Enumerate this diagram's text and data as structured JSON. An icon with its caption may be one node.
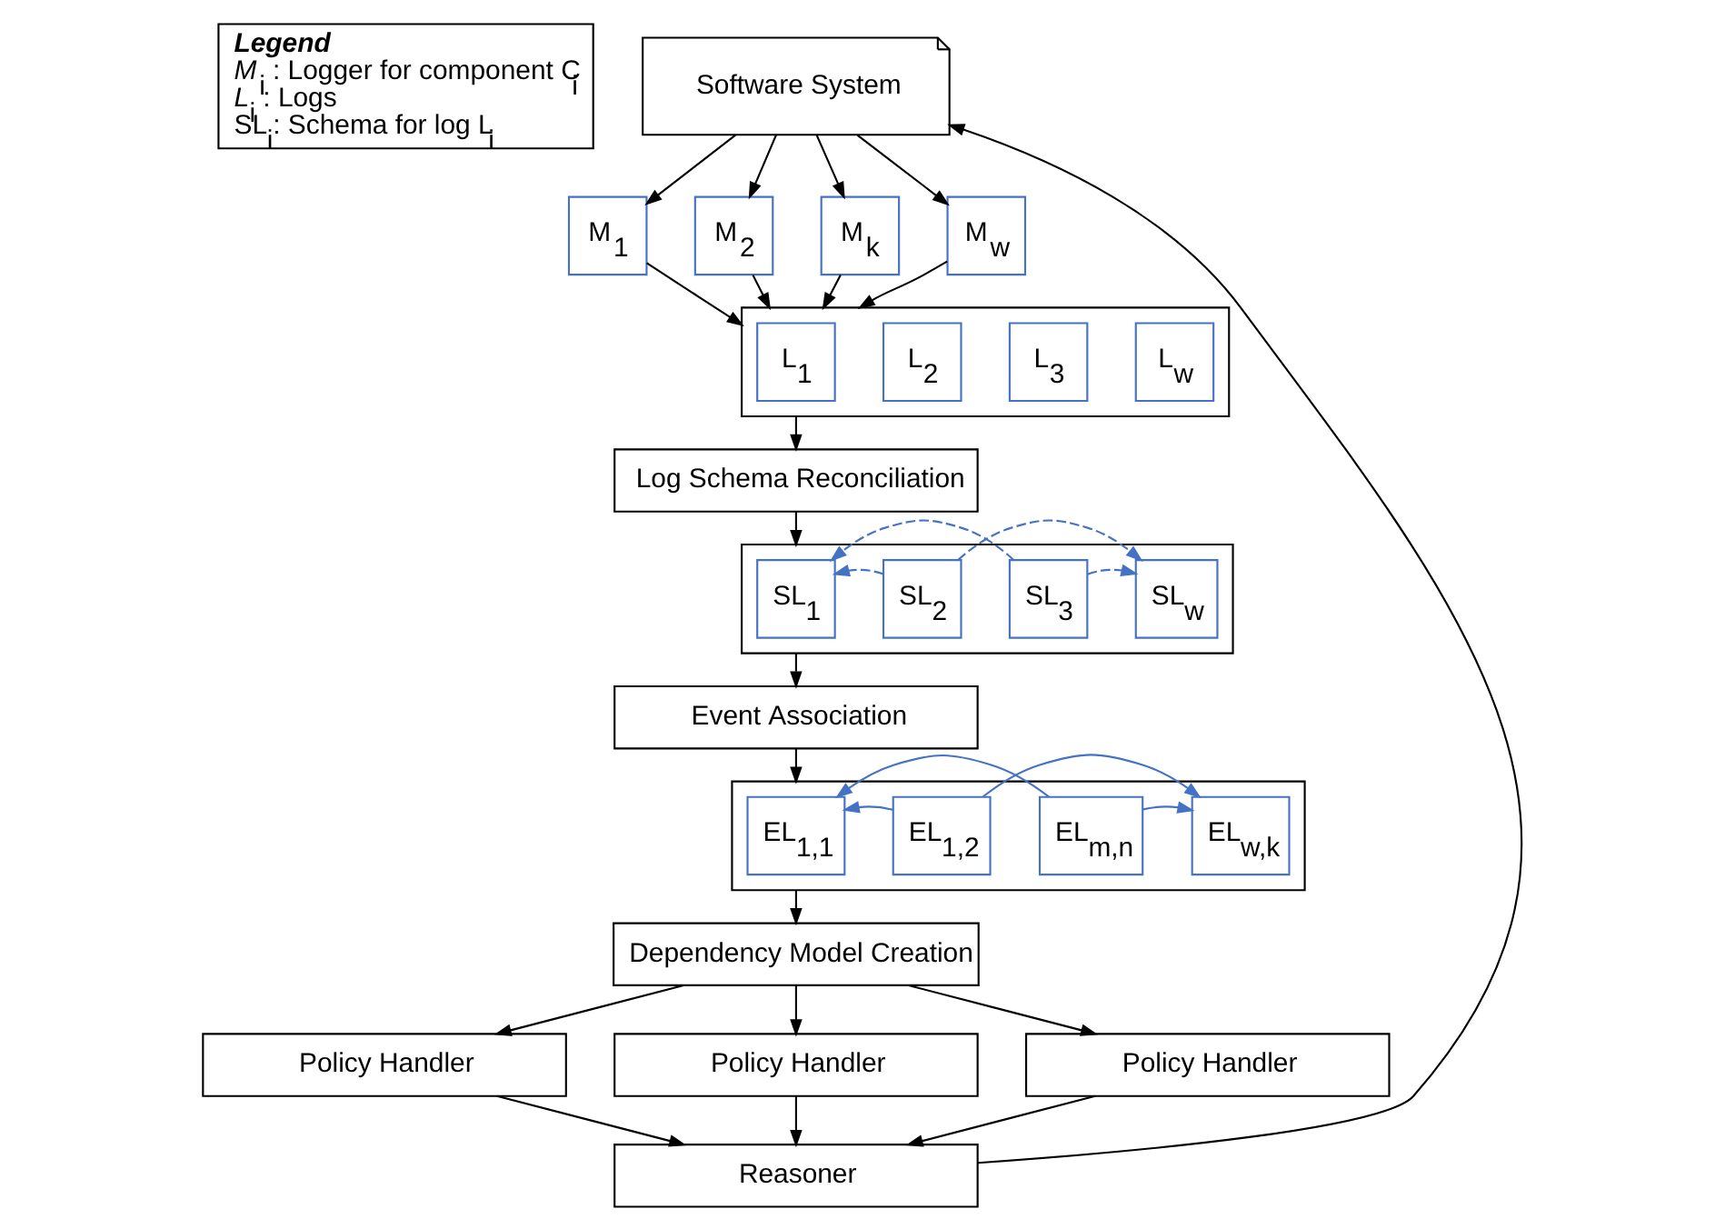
{
  "diagram": {
    "nodes": [
      {
        "text": [
          "Legend",
          "*M*$_{i}$ : Logger for component C$_{i}$",
          "*L*$_{i}$ : Logs",
          "SL$_{i}$: Schema for log L$_{i}$"
        ]
      },
      {
        "text": [
          "Software System"
        ]
      },
      {
        "text": [
          "M$_{1}$"
        ]
      },
      {
        "text": [
          "M$_{2}$"
        ]
      },
      {
        "text": [
          "M$_{k}$"
        ]
      },
      {
        "text": [
          "M$_{w}$"
        ]
      },
      {
        "text": [],
        "shape": "box"
      },
      {
        "text": [
          "L$_{1}$"
        ],
        "in": 6
      },
      {
        "text": [
          "L$_{2}$"
        ],
        "in": 6
      },
      {
        "text": [
          "L$_{3}$"
        ],
        "in": 6
      },
      {
        "text": [
          "L$_{w}$"
        ],
        "in": 6
      },
      {
        "text": [
          "Log Schema Reconciliation"
        ]
      },
      {
        "text": [],
        "shape": "box"
      },
      {
        "text": [
          "SL$_{1}$"
        ],
        "in": 12
      },
      {
        "text": [
          "SL$_{2}$"
        ],
        "in": 12
      },
      {
        "text": [
          "SL$_{3}$"
        ],
        "in": 12
      },
      {
        "text": [
          "SL$_{w}$"
        ],
        "in": 12
      },
      {
        "text": [
          "Event Association"
        ]
      },
      {
        "text": [],
        "shape": "box"
      },
      {
        "text": [
          "EL$_{1,1}$"
        ],
        "in": 18
      },
      {
        "text": [
          "EL$_{1,2}$"
        ],
        "in": 18
      },
      {
        "text": [
          "EL$_{m,n}$"
        ],
        "in": 18
      },
      {
        "text": [
          "EL$_{w,k}$"
        ],
        "in": 18
      },
      {
        "text": [
          "Dependency Model Creation"
        ]
      },
      {
        "text": [
          "Policy Handler"
        ]
      },
      {
        "text": [
          "Policy Handler"
        ]
      },
      {
        "text": [
          "Policy Handler"
        ]
      },
      {
        "text": [
          "Reasoner"
        ]
      }
    ],
    "edges": [
      {
        "from": 1,
        "to": 2,
        "arrow": "to"
      },
      {
        "from": 1,
        "to": 3,
        "arrow": "to"
      },
      {
        "from": 1,
        "to": 4,
        "arrow": "to"
      },
      {
        "from": 1,
        "to": 5,
        "arrow": "to"
      },
      {
        "from": 2,
        "to": 6,
        "arrow": "to"
      },
      {
        "from": 3,
        "to": 6,
        "arrow": "to"
      },
      {
        "from": 4,
        "to": 6,
        "arrow": "to"
      },
      {
        "from": 5,
        "to": 6,
        "arrow": "to"
      },
      {
        "from": 6,
        "to": 11,
        "arrow": "to"
      },
      {
        "from": 11,
        "to": 12,
        "arrow": "to"
      },
      {
        "from": 14,
        "to": 13,
        "arrow": "to",
        "style": "dashed",
        "color": "#4472c4"
      },
      {
        "from": 14,
        "to": 16,
        "arrow": "to",
        "style": "dashed",
        "color": "#4472c4"
      },
      {
        "from": 15,
        "to": 13,
        "arrow": "to",
        "style": "dashed",
        "color": "#4472c4"
      },
      {
        "from": 15,
        "to": 16,
        "arrow": "to",
        "style": "dashed",
        "color": "#4472c4"
      },
      {
        "from": 12,
        "to": 17,
        "arrow": "to"
      },
      {
        "from": 17,
        "to": 18,
        "arrow": "to"
      },
      {
        "from": 20,
        "to": 19,
        "arrow": "to",
        "color": "#4472c4"
      },
      {
        "from": 20,
        "to": 22,
        "arrow": "to",
        "color": "#4472c4"
      },
      {
        "from": 21,
        "to": 19,
        "arrow": "to",
        "color": "#4472c4"
      },
      {
        "from": 21,
        "to": 22,
        "arrow": "to",
        "color": "#4472c4"
      },
      {
        "from": 18,
        "to": 23,
        "arrow": "to"
      },
      {
        "from": 23,
        "to": 24,
        "arrow": "to"
      },
      {
        "from": 23,
        "to": 25,
        "arrow": "to"
      },
      {
        "from": 23,
        "to": 26,
        "arrow": "to"
      },
      {
        "from": 24,
        "to": 27,
        "arrow": "to"
      },
      {
        "from": 25,
        "to": 27,
        "arrow": "to"
      },
      {
        "from": 26,
        "to": 27,
        "arrow": "to"
      },
      {
        "from": 27,
        "to": 1,
        "arrow": "to"
      }
    ]
  }
}
